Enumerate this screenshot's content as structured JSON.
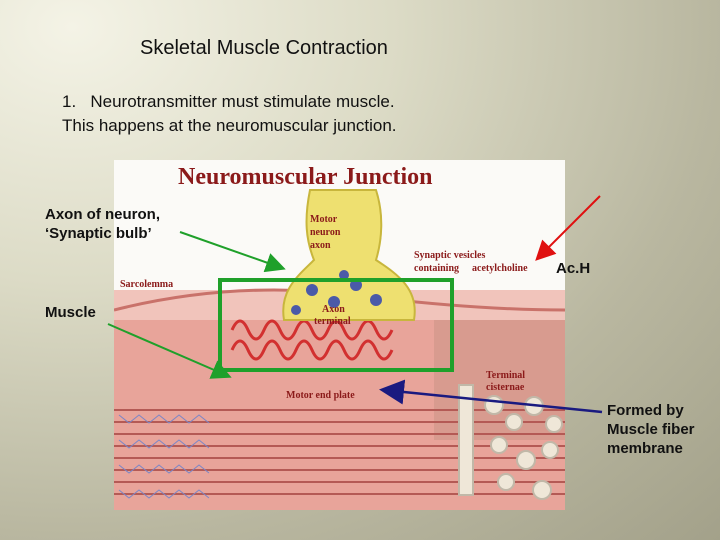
{
  "slide": {
    "title": "Skeletal Muscle Contraction",
    "point_line1": "1.   Neurotransmitter must stimulate muscle.",
    "point_line2": "This happens at the neuromuscular junction."
  },
  "figure": {
    "heading": "Neuromuscular Junction",
    "motor_axon": [
      "Motor",
      "neuron",
      "axon"
    ],
    "synaptic_vesicles": "Synaptic vesicles",
    "containing": "containing",
    "acetylcholine": "acetylcholine",
    "sarcolemma": "Sarcolemma",
    "axon_terminal": [
      "Axon",
      "terminal"
    ],
    "terminal_cisternae": [
      "Terminal",
      "cisternae"
    ],
    "motor_end_plate": "Motor end plate"
  },
  "annotations": {
    "axon_label": [
      "Axon of neuron,",
      "‘Synaptic bulb’"
    ],
    "ach_label": "Ac.H",
    "muscle_label": "Muscle",
    "formed_label": [
      "Formed by",
      "Muscle fiber",
      "membrane"
    ]
  },
  "colors": {
    "green_arrow": "#1fa02a",
    "red_arrow": "#e01010",
    "navy_arrow": "#1a1a80",
    "muscle_pink": "#e8a49a",
    "axon_yellow": "#eee070"
  }
}
